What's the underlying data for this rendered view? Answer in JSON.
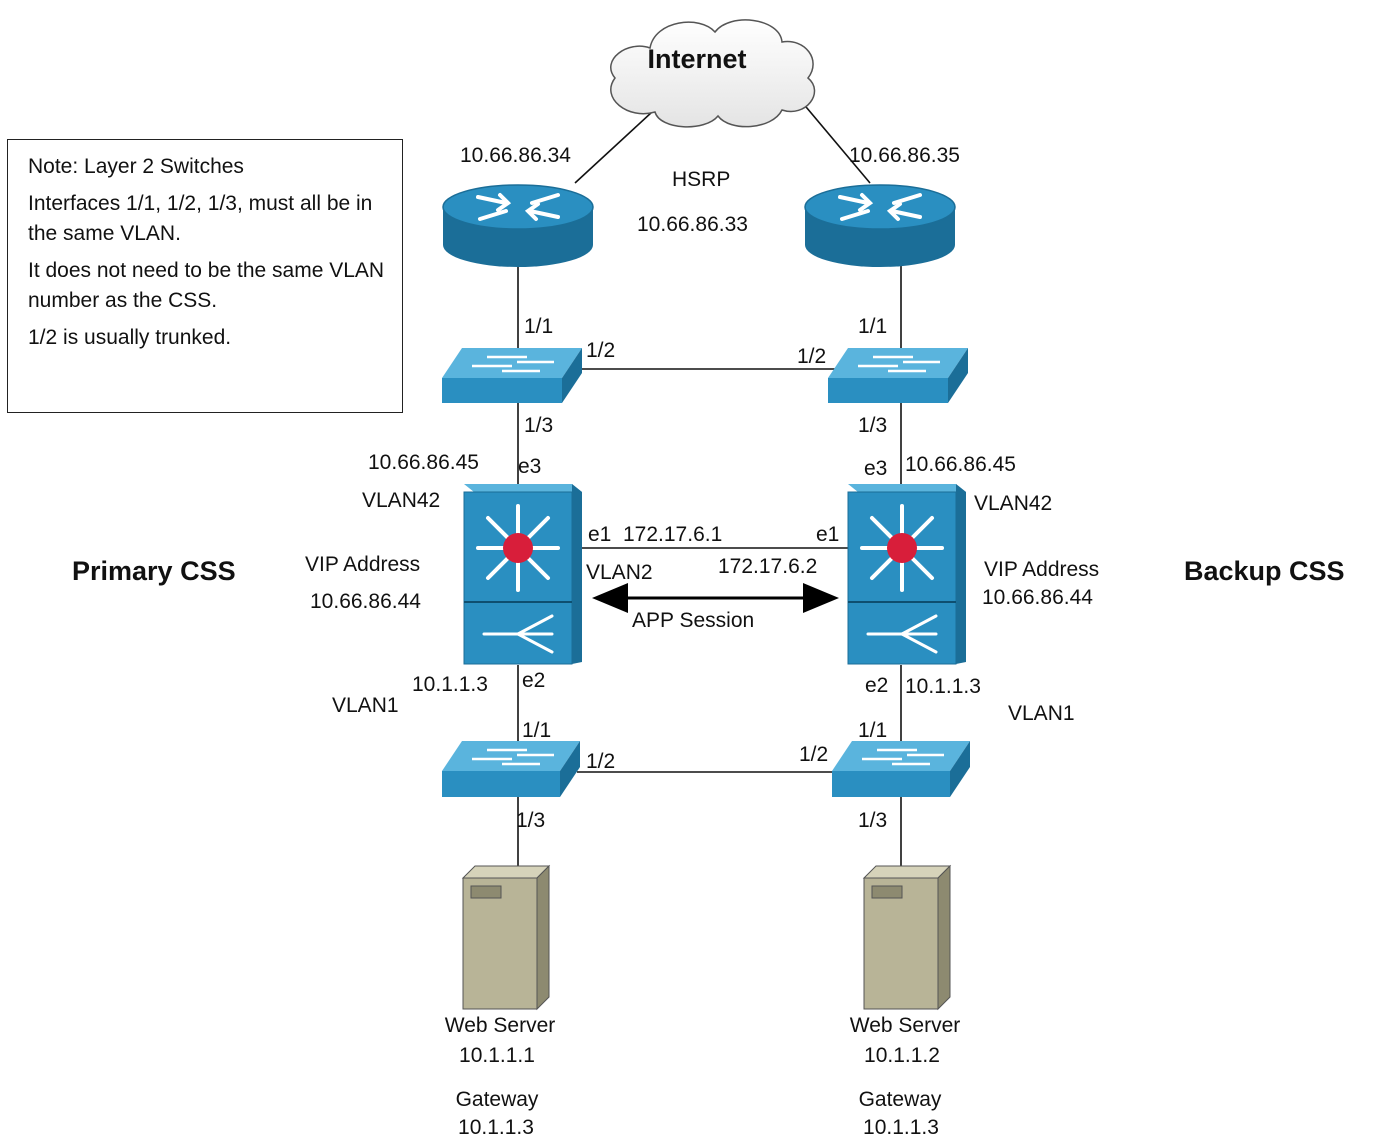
{
  "internet": {
    "label": "Internet"
  },
  "routers": {
    "left_ip": "10.66.86.34",
    "right_ip": "10.66.86.35",
    "hsrp_label": "HSRP",
    "hsrp_ip": "10.66.86.33"
  },
  "note": {
    "lines": [
      "Note: Layer 2 Switches",
      "Interfaces 1/1, 1/2, 1/3, must all be in the same VLAN.",
      "It does not need to be the same VLAN number as the CSS.",
      "1/2 is usually trunked."
    ]
  },
  "upper_switches": {
    "left_port_1": "1/1",
    "left_port_2": "1/2",
    "left_port_3": "1/3",
    "right_port_1": "1/1",
    "right_port_2": "1/2",
    "right_port_3": "1/3"
  },
  "primary": {
    "title": "Primary CSS",
    "e3_ip": "10.66.86.45",
    "e3": "e3",
    "vlan42": "VLAN42",
    "vip_label": "VIP Address",
    "vip_ip": "10.66.86.44",
    "e1": "e1",
    "e1_ip": "172.17.6.1",
    "vlan2": "VLAN2",
    "e2_ip": "10.1.1.3",
    "e2": "e2",
    "vlan1": "VLAN1"
  },
  "backup": {
    "title": "Backup CSS",
    "e3": "e3",
    "e3_ip": "10.66.86.45",
    "vlan42": "VLAN42",
    "vip_label": "VIP Address",
    "vip_ip": "10.66.86.44",
    "e1": "e1",
    "e1_ip": "172.17.6.2",
    "e2": "e2",
    "e2_ip": "10.1.1.3",
    "vlan1": "VLAN1"
  },
  "app_session": "APP Session",
  "lower_switches": {
    "left_port_1": "1/1",
    "left_port_2": "1/2",
    "left_port_3": "1/3",
    "right_port_1": "1/1",
    "right_port_2": "1/2",
    "right_port_3": "1/3"
  },
  "servers": {
    "left_label": "Web Server",
    "left_ip": "10.1.1.1",
    "left_gw_label": "Gateway",
    "left_gw_ip": "10.1.1.3",
    "right_label": "Web Server",
    "right_ip": "10.1.1.2",
    "right_gw_label": "Gateway",
    "right_gw_ip": "10.1.1.3"
  },
  "colors": {
    "device_blue": "#2a8fc1",
    "device_dark": "#1b6e98",
    "device_light": "#5ab4dd",
    "css_red": "#d81e3a",
    "server_face": "#b8b497",
    "server_side": "#8d8a70"
  }
}
